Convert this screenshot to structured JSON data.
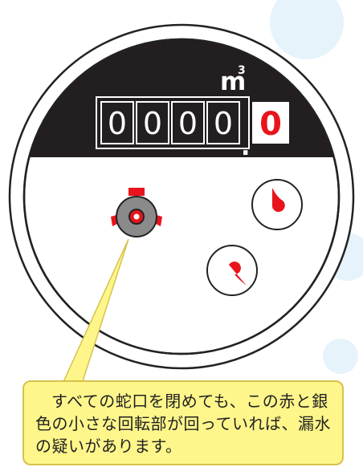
{
  "meter": {
    "unit": "m",
    "unit_superscript": "3",
    "digits": [
      "0",
      "0",
      "0",
      "0"
    ],
    "decimal_digit": "0",
    "decimal_point": "."
  },
  "callout": {
    "text": "すべての蛇口を閉めても、この赤と銀色の小さな回転部が回っていれば、漏水の疑いがあります。"
  },
  "colors": {
    "accent_red": "#e8141c",
    "silver_gray": "#8a8a8a",
    "callout_bg": "#fef68b",
    "background_pattern": "#e7f3fb"
  },
  "icons": {
    "rotor": "red-silver-rotor-icon",
    "dial": "needle-dial-icon"
  }
}
